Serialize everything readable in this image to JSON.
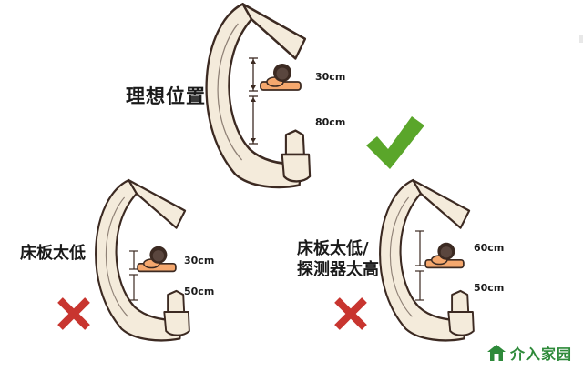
{
  "top": {
    "title": "理想位置",
    "upper_distance": "30cm",
    "lower_distance": "80cm",
    "verdict_color": "#5aa62a"
  },
  "bottom_left": {
    "title": "床板太低",
    "upper_distance": "30cm",
    "lower_distance": "50cm",
    "verdict_color": "#c8352f"
  },
  "bottom_right": {
    "title_line1": "床板太低/",
    "title_line2": "探测器太高",
    "upper_distance": "60cm",
    "lower_distance": "50cm",
    "verdict_color": "#c8352f"
  },
  "brand": {
    "name": "介入家园",
    "color": "#2e8a3a",
    "icon": "house-icon"
  },
  "colors": {
    "arm_fill": "#f4ebdb",
    "arm_stroke": "#3c2a22",
    "patient": "#f5a86e"
  }
}
